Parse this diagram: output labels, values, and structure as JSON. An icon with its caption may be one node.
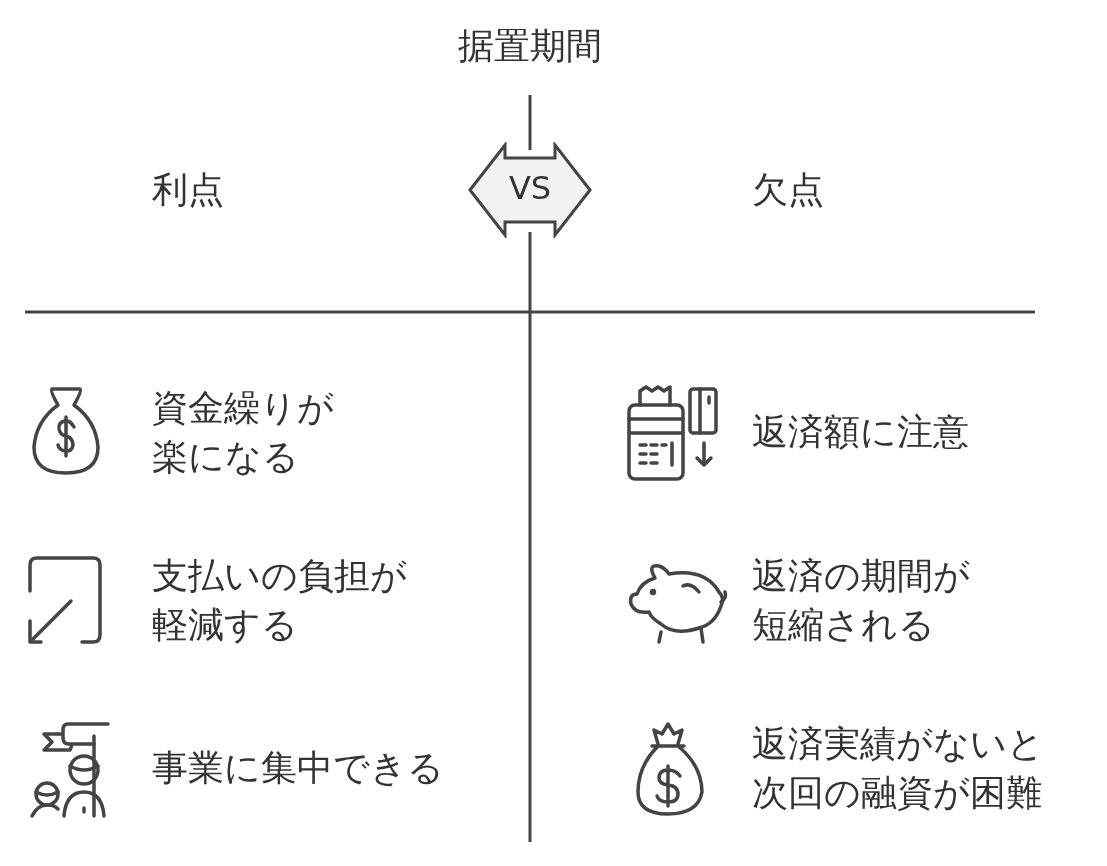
{
  "diagram": {
    "title": "据置期間",
    "nodes": [
      {
        "text": [
          "VS"
        ]
      }
    ],
    "labels": [
      "利点",
      "欠点",
      "資金繰りが楽になる",
      "返済額に注意",
      "支払いの負担が軽減する",
      "返済の期間が短縮される",
      "事業に集中できる",
      "返済実績がないと次回の融資が困難"
    ]
  }
}
